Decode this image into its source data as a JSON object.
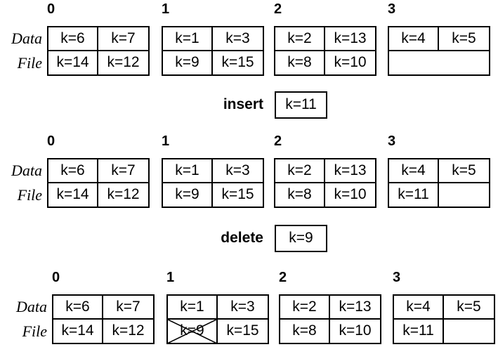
{
  "diagram": {
    "file_label_line1": "Data",
    "file_label_line2": "File",
    "operations": [
      {
        "label": "insert",
        "key": "k=11"
      },
      {
        "label": "delete",
        "key": "k=9"
      }
    ],
    "sections": [
      {
        "buckets": [
          {
            "index": "0",
            "rows": [
              [
                "k=6",
                "k=7"
              ],
              [
                "k=14",
                "k=12"
              ]
            ]
          },
          {
            "index": "1",
            "rows": [
              [
                "k=1",
                "k=3"
              ],
              [
                "k=9",
                "k=15"
              ]
            ]
          },
          {
            "index": "2",
            "rows": [
              [
                "k=2",
                "k=13"
              ],
              [
                "k=8",
                "k=10"
              ]
            ]
          },
          {
            "index": "3",
            "rows": [
              [
                "k=4",
                "k=5"
              ],
              [
                null
              ]
            ]
          }
        ]
      },
      {
        "buckets": [
          {
            "index": "0",
            "rows": [
              [
                "k=6",
                "k=7"
              ],
              [
                "k=14",
                "k=12"
              ]
            ]
          },
          {
            "index": "1",
            "rows": [
              [
                "k=1",
                "k=3"
              ],
              [
                "k=9",
                "k=15"
              ]
            ]
          },
          {
            "index": "2",
            "rows": [
              [
                "k=2",
                "k=13"
              ],
              [
                "k=8",
                "k=10"
              ]
            ]
          },
          {
            "index": "3",
            "rows": [
              [
                "k=4",
                "k=5"
              ],
              [
                "k=11",
                ""
              ]
            ]
          }
        ]
      },
      {
        "buckets": [
          {
            "index": "0",
            "rows": [
              [
                "k=6",
                "k=7"
              ],
              [
                "k=14",
                "k=12"
              ]
            ]
          },
          {
            "index": "1",
            "rows": [
              [
                "k=1",
                "k=3"
              ],
              [
                {
                  "text": "k=9",
                  "crossed": true
                },
                "k=15"
              ]
            ]
          },
          {
            "index": "2",
            "rows": [
              [
                "k=2",
                "k=13"
              ],
              [
                "k=8",
                "k=10"
              ]
            ]
          },
          {
            "index": "3",
            "rows": [
              [
                "k=4",
                "k=5"
              ],
              [
                "k=11",
                ""
              ]
            ]
          }
        ]
      }
    ]
  }
}
